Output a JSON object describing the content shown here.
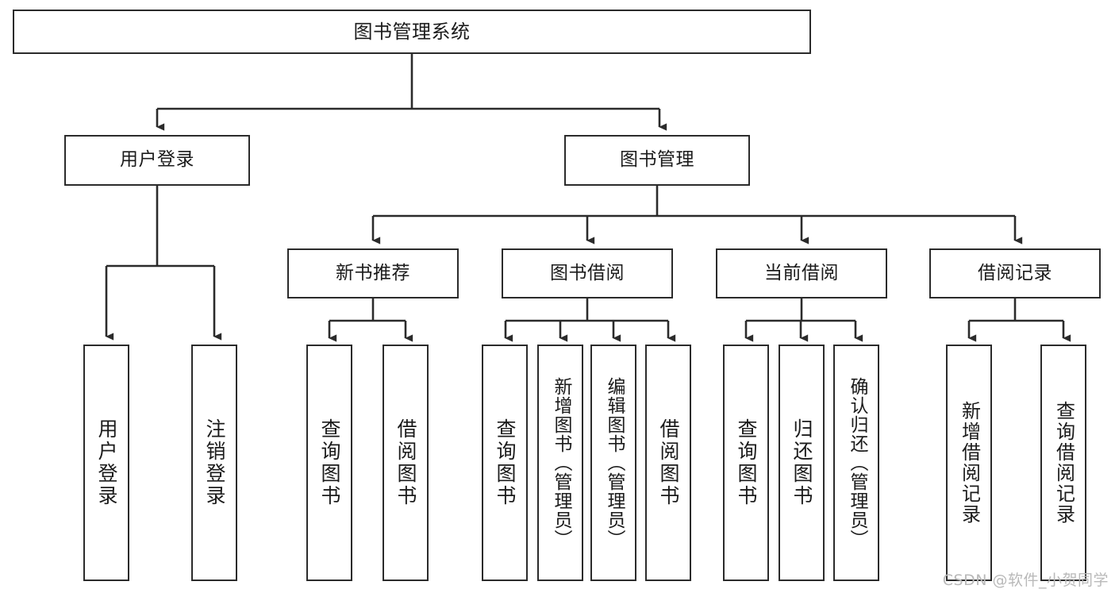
{
  "diagram": {
    "title": "图书管理系统",
    "type": "tree-hierarchy",
    "colors": {
      "box_border": "#2b2b2b",
      "box_fill": "#ffffff",
      "connector": "#2b2b2b",
      "text": "#1b1b1b",
      "watermark": "#b9b9b9"
    },
    "nodes": {
      "root": {
        "label": "图书管理系统"
      },
      "level2": [
        {
          "id": "user-login",
          "label": "用户登录"
        },
        {
          "id": "book-management",
          "label": "图书管理"
        }
      ],
      "level3": [
        {
          "id": "new-book-recommend",
          "label": "新书推荐"
        },
        {
          "id": "book-borrow",
          "label": "图书借阅"
        },
        {
          "id": "current-borrow",
          "label": "当前借阅"
        },
        {
          "id": "borrow-records",
          "label": "借阅记录"
        }
      ],
      "leaves": {
        "user_login": [
          {
            "id": "leaf-user-login",
            "label": "用户登录"
          },
          {
            "id": "leaf-logout",
            "label": "注销登录"
          }
        ],
        "new_book_recommend": [
          {
            "id": "leaf-query-book-1",
            "label": "查询图书"
          },
          {
            "id": "leaf-borrow-book-1",
            "label": "借阅图书"
          }
        ],
        "book_borrow": [
          {
            "id": "leaf-query-book-2",
            "label": "查询图书"
          },
          {
            "id": "leaf-add-book",
            "label": "新增图书（管理员）"
          },
          {
            "id": "leaf-edit-book",
            "label": "编辑图书（管理员）"
          },
          {
            "id": "leaf-borrow-book-2",
            "label": "借阅图书"
          }
        ],
        "current_borrow": [
          {
            "id": "leaf-query-book-3",
            "label": "查询图书"
          },
          {
            "id": "leaf-return-book",
            "label": "归还图书"
          },
          {
            "id": "leaf-confirm-return",
            "label": "确认归还（管理员）"
          }
        ],
        "borrow_records": [
          {
            "id": "leaf-add-record",
            "label": "新增借阅记录"
          },
          {
            "id": "leaf-query-record",
            "label": "查询借阅记录"
          }
        ]
      }
    }
  },
  "watermark": {
    "text": "CSDN @软件_小贺同学"
  }
}
